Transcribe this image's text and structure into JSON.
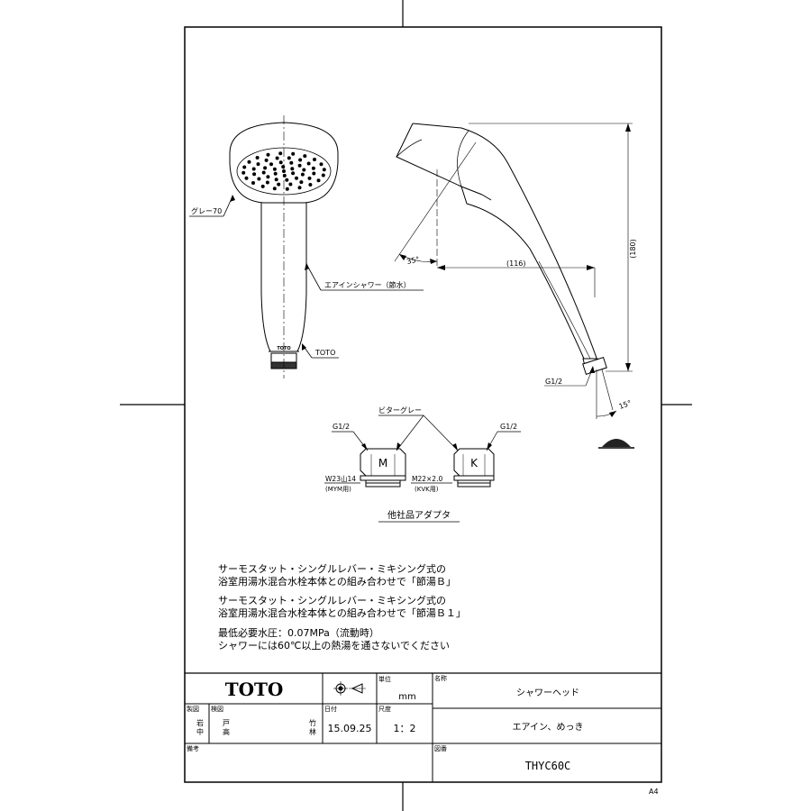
{
  "front_view": {
    "color_label": "グレー70",
    "type_label": "エアインシャワー（節水）",
    "brand_mark": "TOTO",
    "brand_label": "TOTO"
  },
  "side_view": {
    "angle_top": "35°",
    "dim_width": "(116)",
    "dim_height": "(180)",
    "thread_label": "G1/2",
    "angle_bottom": "15°"
  },
  "adapters": {
    "color_label": "ビターグレー",
    "left": {
      "thread": "G1/2",
      "mark": "M",
      "spec": "W23山14",
      "maker": "(MYM用)"
    },
    "right": {
      "thread": "G1/2",
      "mark": "K",
      "spec": "M22×2.0",
      "maker": "(KVK用)"
    },
    "caption": "他社品アダプタ"
  },
  "notes": {
    "note1_line1": "サーモスタット・シングルレバー・ミキシング式の",
    "note1_line2": "浴室用湯水混合水栓本体との組み合わせで「節湯Ｂ」",
    "note2_line1": "サーモスタット・シングルレバー・ミキシング式の",
    "note2_line2": "浴室用湯水混合水栓本体との組み合わせで「節湯Ｂ１」",
    "note3_line1": "最低必要水圧：0.07MPa（流動時）",
    "note3_line2": "シャワーには60℃以上の熱湯を通さないでください"
  },
  "title_block": {
    "logo": "TOTO",
    "unit_label": "単位",
    "unit": "mm",
    "name_label": "名称",
    "product_name": "シャワーヘッド",
    "drawn_label": "製図",
    "drawn_names": [
      "岩",
      "中"
    ],
    "checked_label": "検図",
    "checked_names_left": [
      "戸",
      "高"
    ],
    "checked_names_right": [
      "竹",
      "林"
    ],
    "date_label": "日付",
    "date": "15.09.25",
    "scale_label": "尺度",
    "scale": "1：2",
    "product_desc": "エアイン、めっき",
    "remarks_label": "備考",
    "drawing_no_label": "図番",
    "drawing_no": "THYC60C"
  },
  "paper_size": "A4"
}
